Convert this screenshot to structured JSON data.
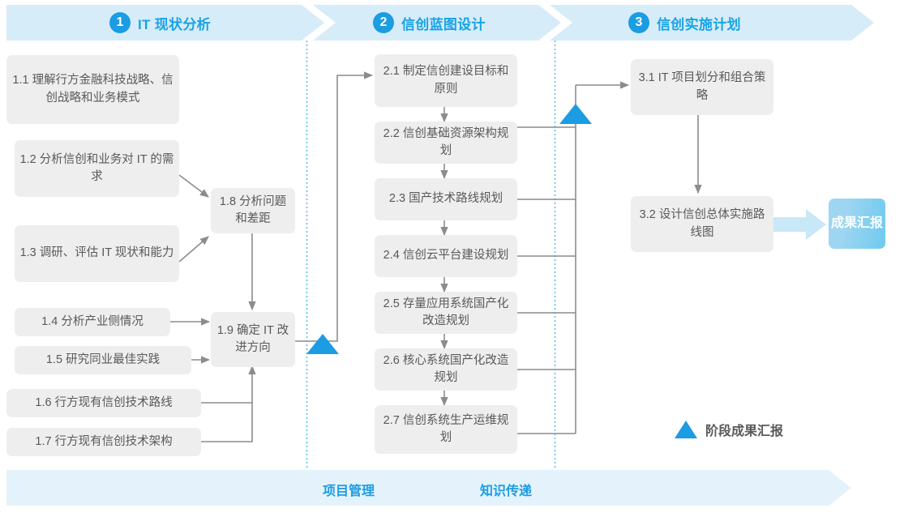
{
  "header": {
    "phases": [
      {
        "num": "1",
        "title": "IT 现状分析"
      },
      {
        "num": "2",
        "title": "信创蓝图设计"
      },
      {
        "num": "3",
        "title": "信创实施计划"
      }
    ],
    "band_color": "#d6ecf8",
    "num_badge_color": "#1b9ce3",
    "title_color": "#17a3e6"
  },
  "phase1": {
    "boxes": [
      {
        "id": "1.1",
        "text": "1.1 理解行方金融科技战略、信创战略和业务模式"
      },
      {
        "id": "1.2",
        "text": "1.2 分析信创和业务对 IT 的需求"
      },
      {
        "id": "1.3",
        "text": "1.3 调研、评估 IT 现状和能力"
      },
      {
        "id": "1.4",
        "text": "1.4 分析产业侧情况"
      },
      {
        "id": "1.5",
        "text": "1.5 研究同业最佳实践"
      },
      {
        "id": "1.6",
        "text": "1.6 行方现有信创技术路线"
      },
      {
        "id": "1.7",
        "text": "1.7 行方现有信创技术架构"
      },
      {
        "id": "1.8",
        "text": "1.8 分析问题和差距"
      },
      {
        "id": "1.9",
        "text": "1.9 确定 IT 改进方向"
      }
    ]
  },
  "phase2": {
    "boxes": [
      {
        "id": "2.1",
        "text": "2.1 制定信创建设目标和原则"
      },
      {
        "id": "2.2",
        "text": "2.2 信创基础资源架构规划"
      },
      {
        "id": "2.3",
        "text": "2.3 国产技术路线规划"
      },
      {
        "id": "2.4",
        "text": "2.4 信创云平台建设规划"
      },
      {
        "id": "2.5",
        "text": "2.5 存量应用系统国产化改造规划"
      },
      {
        "id": "2.6",
        "text": "2.6 核心系统国产化改造规划"
      },
      {
        "id": "2.7",
        "text": "2.7 信创系统生产运维规划"
      }
    ]
  },
  "phase3": {
    "boxes": [
      {
        "id": "3.1",
        "text": "3.1 IT 项目划分和组合策略"
      },
      {
        "id": "3.2",
        "text": "3.2 设计信创总体实施路线图"
      }
    ],
    "result": "成果汇报"
  },
  "legend": {
    "text": "阶段成果汇报",
    "marker_color": "#1b9ce3"
  },
  "bottom_band": {
    "labels": [
      "项目管理",
      "知识传递"
    ],
    "band_color": "#e4f3fb",
    "text_color": "#1b9ce3"
  },
  "palette": {
    "box_fill": "#eeeeee",
    "box_text": "#595959",
    "connector": "#808080",
    "divider_dotted": "#3fb4e5",
    "result_arrow": "#c8e8f7"
  }
}
